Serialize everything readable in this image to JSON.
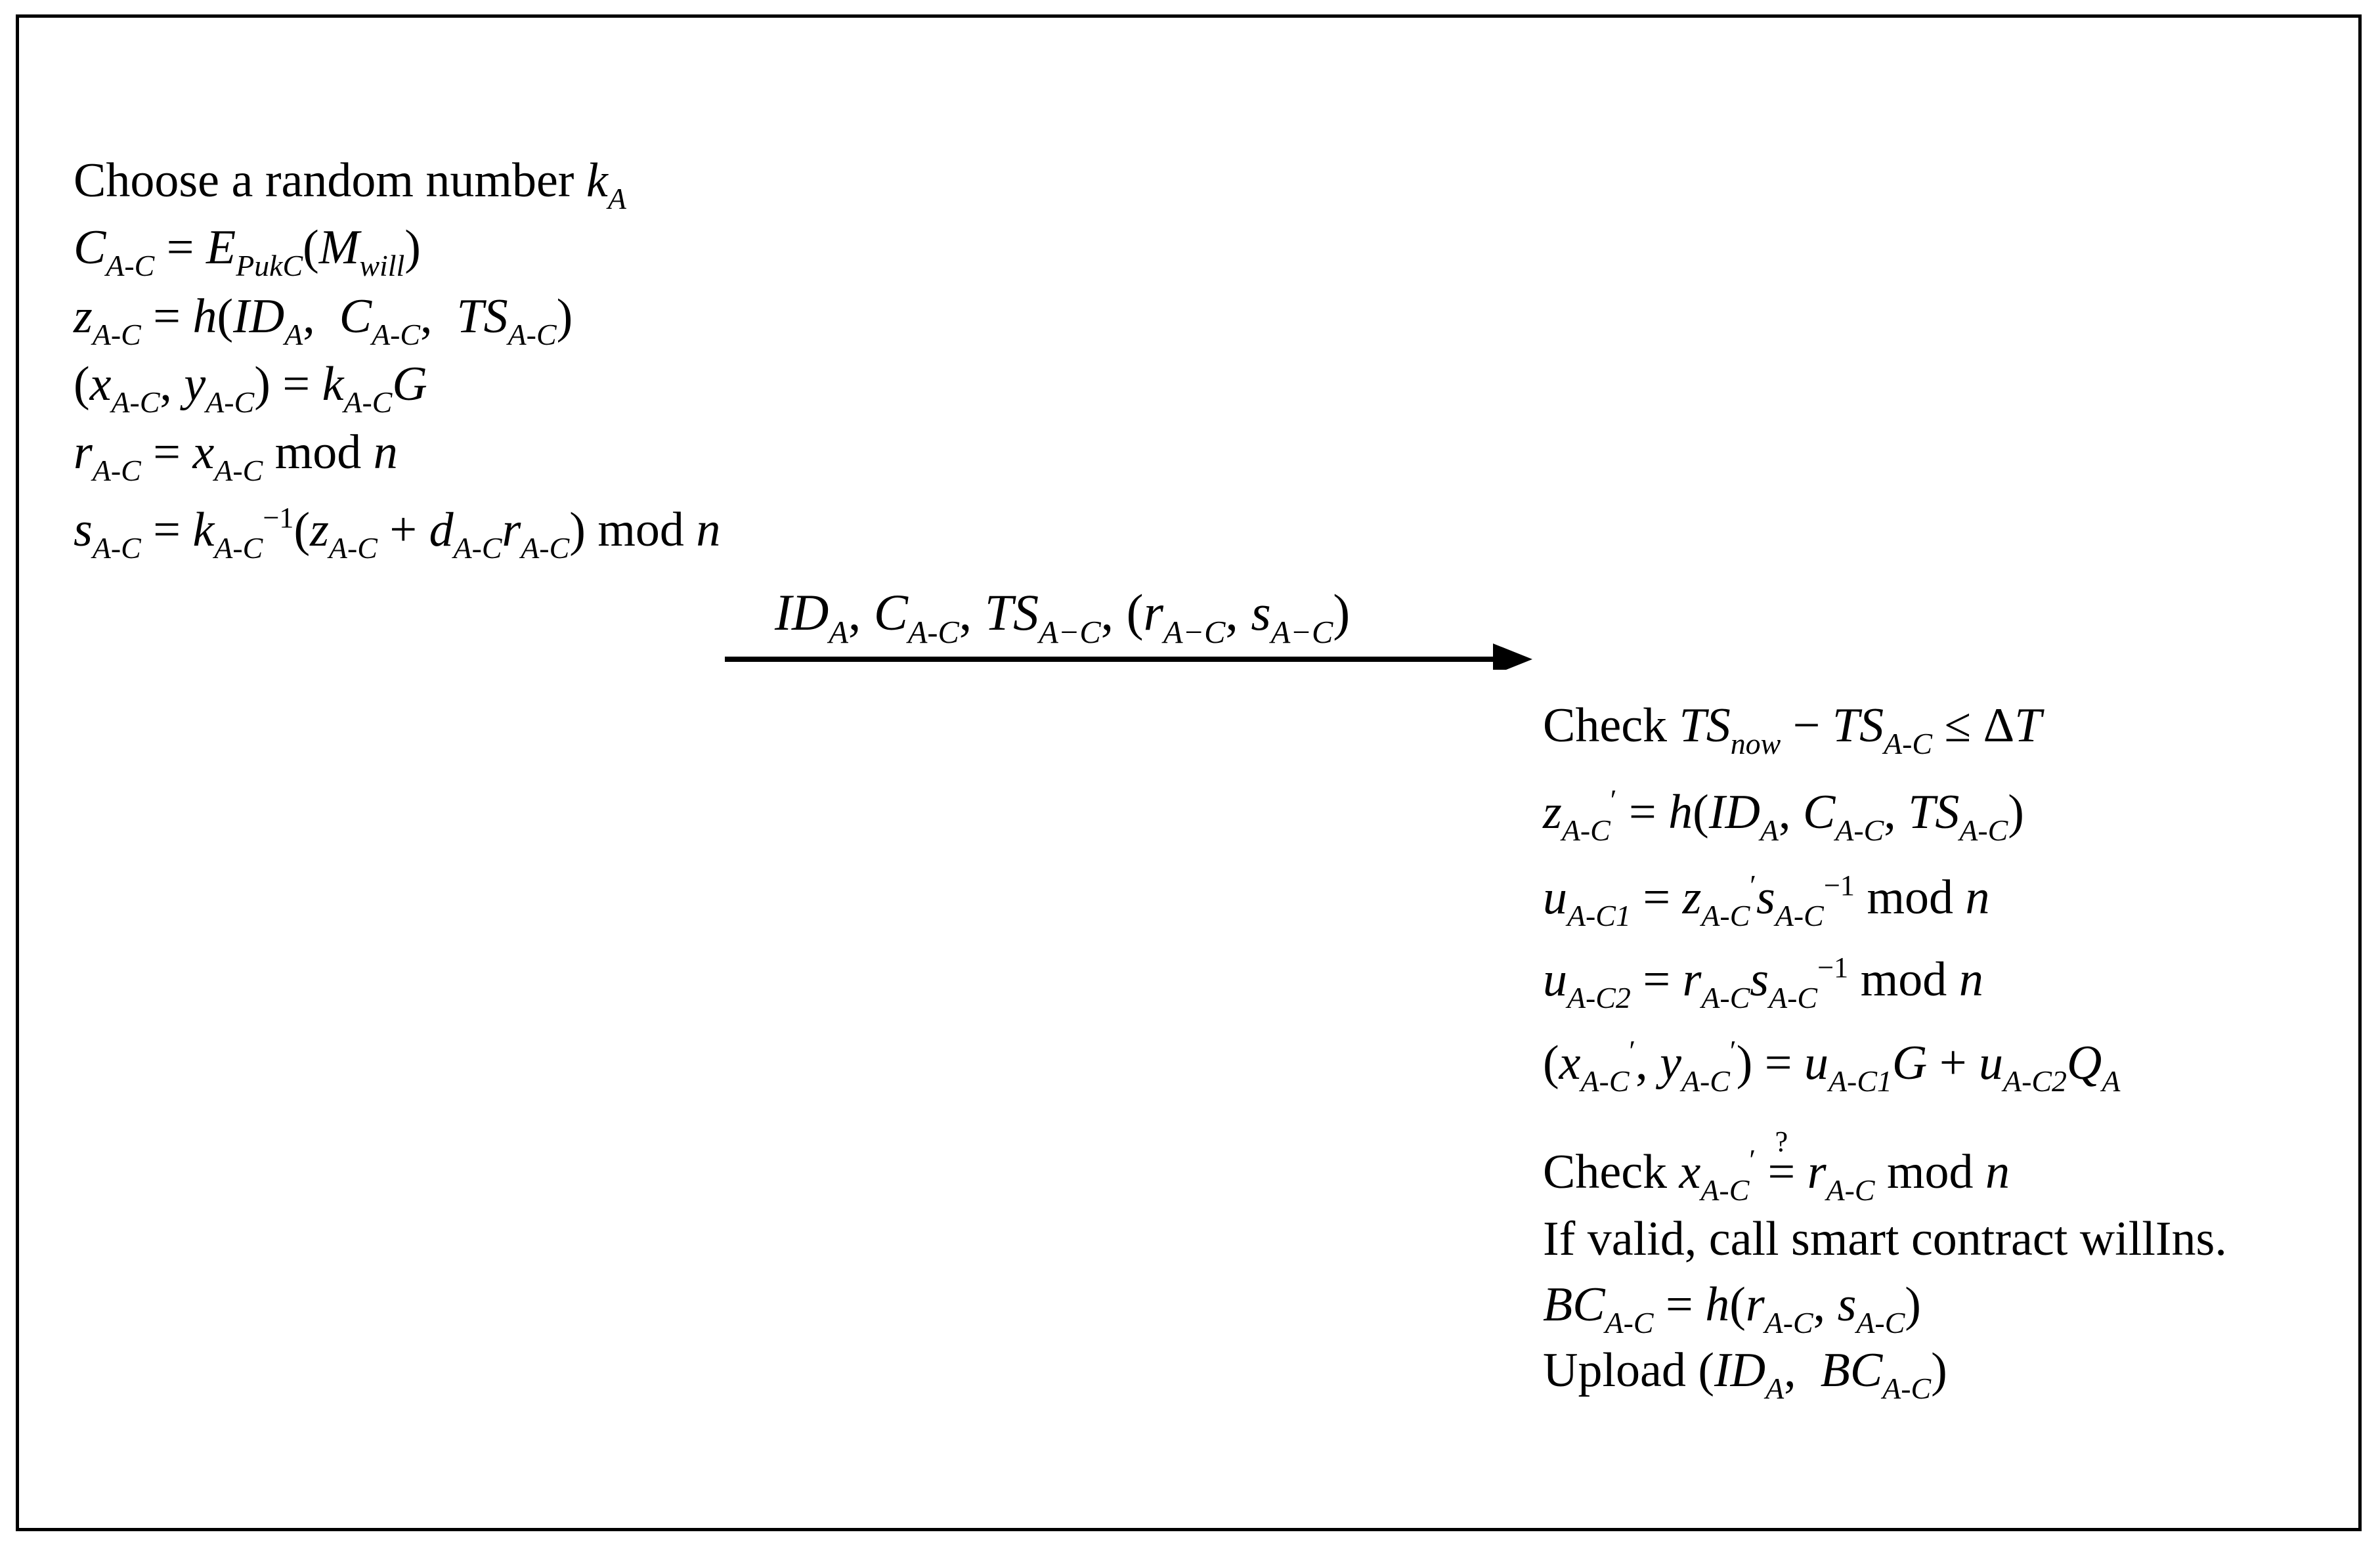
{
  "left": {
    "choose_text": "Choose a random number",
    "mod": "mod"
  },
  "right": {
    "check": "Check",
    "valid_text": "If valid, call smart contract willIns.",
    "upload": "Upload",
    "mod": "mod",
    "qmark": "?"
  }
}
